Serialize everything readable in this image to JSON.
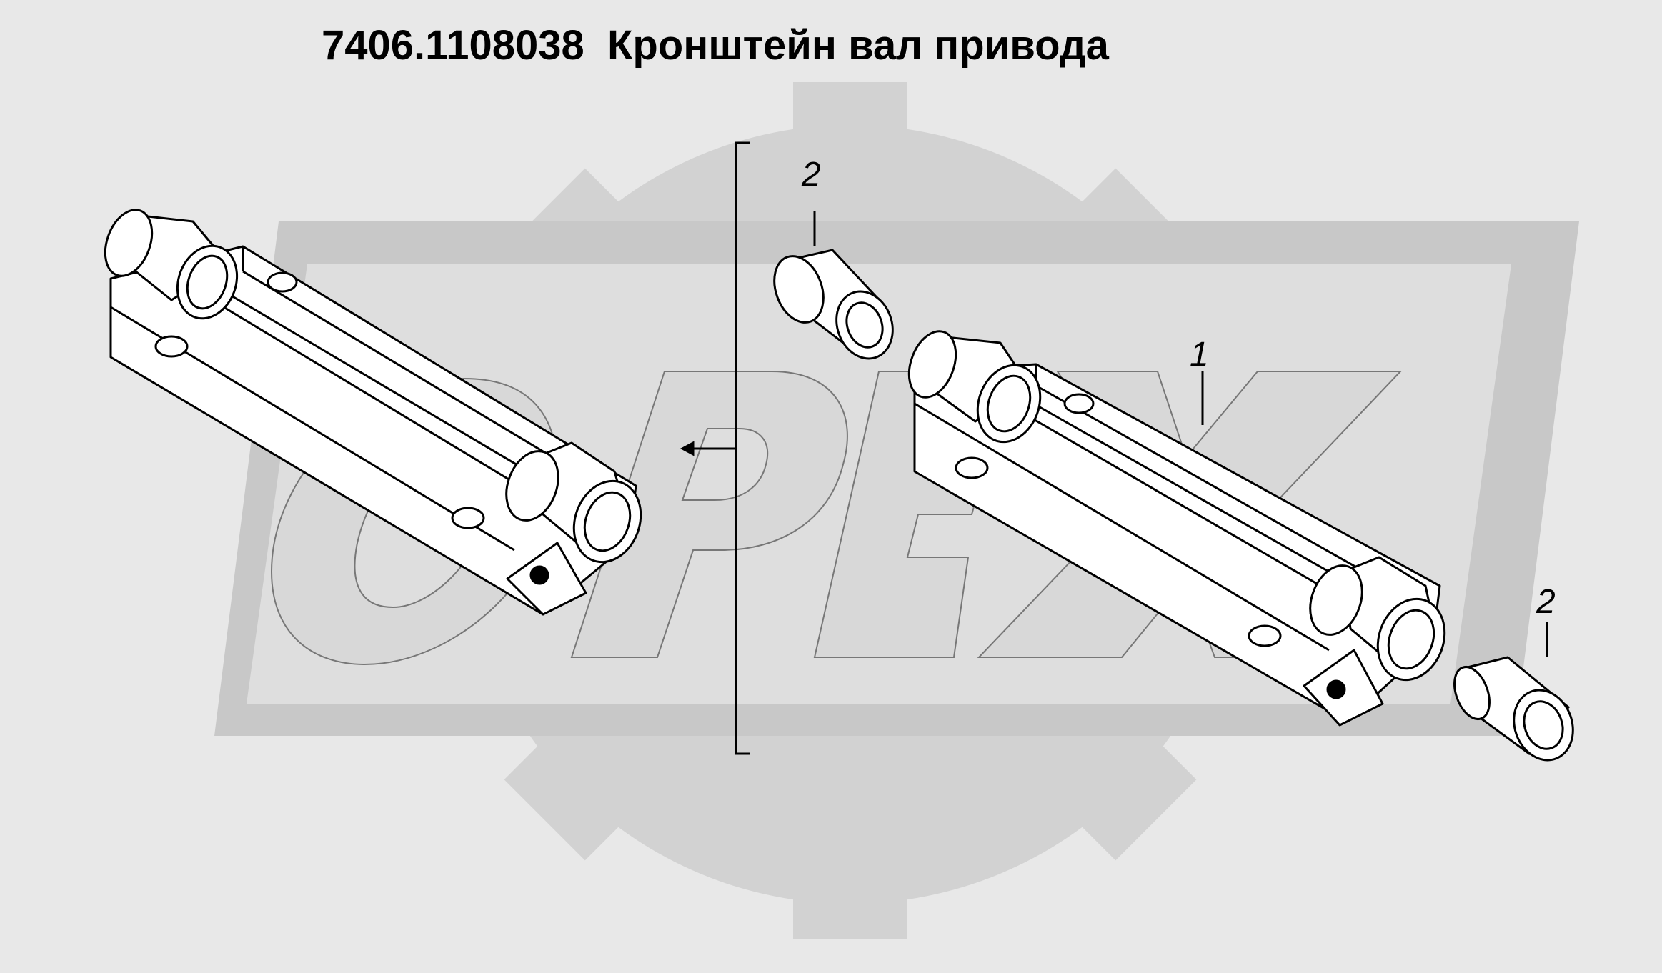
{
  "title": "7406.1108038  Кронштейн вал привода",
  "callouts": {
    "bracket": "1",
    "bushing_top": "2",
    "bushing_right": "2"
  },
  "watermark": {
    "text": "OPEX",
    "icon": "gear-icon"
  },
  "colors": {
    "background": "#e8e8e8",
    "watermark": "#cfcfcf",
    "line": "#000000",
    "part_fill": "#ffffff"
  }
}
